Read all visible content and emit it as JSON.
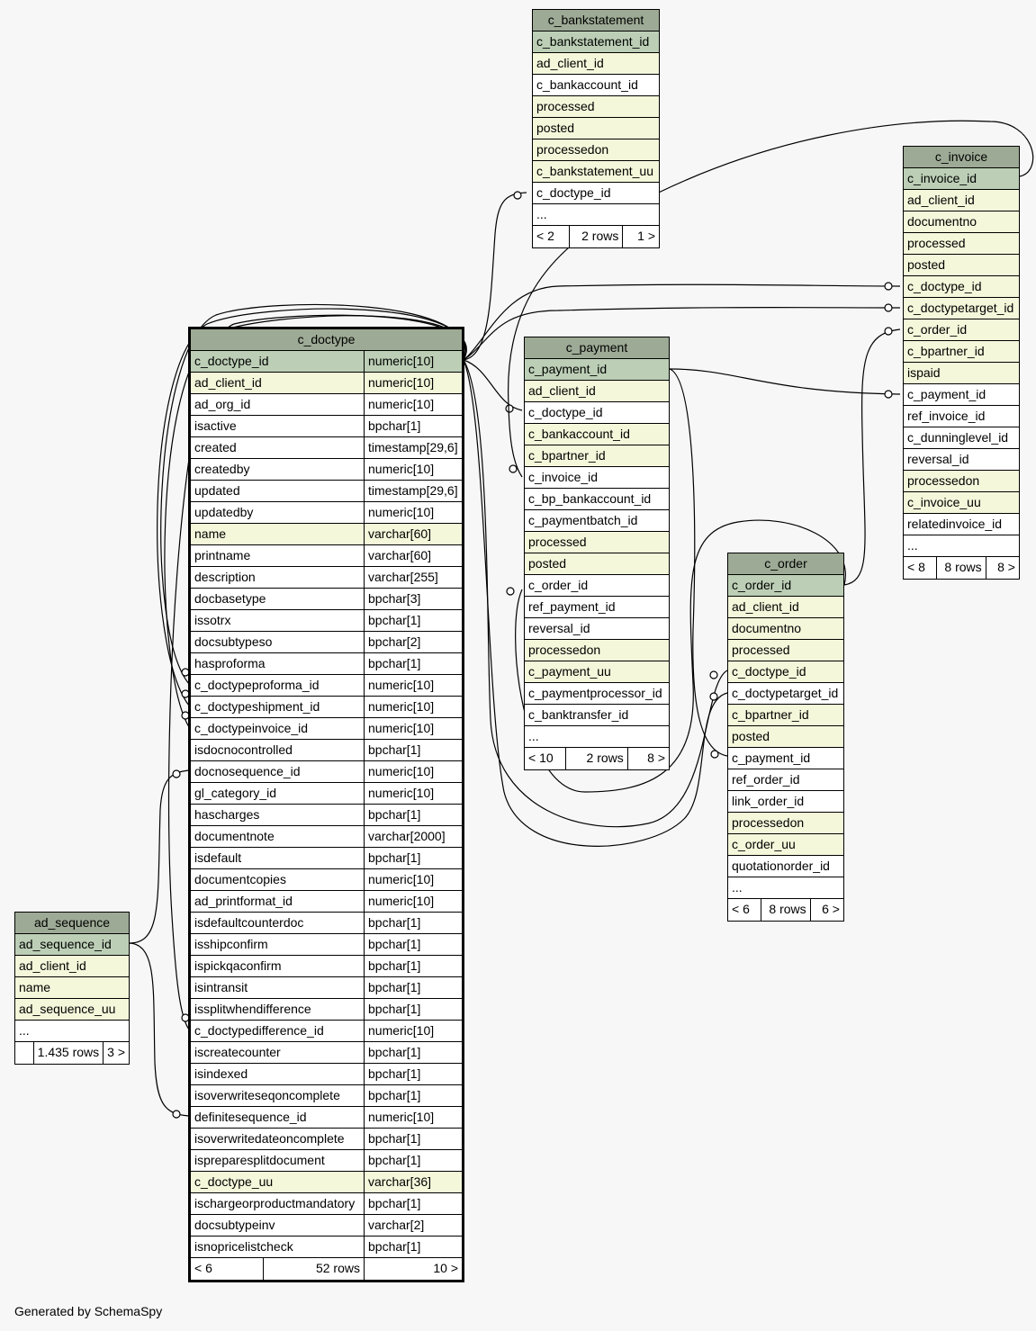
{
  "footer_note": "Generated by SchemaSpy",
  "tables": {
    "c_bankstatement": {
      "name": "c_bankstatement",
      "columns": [
        {
          "name": "c_bankstatement_id",
          "kind": "pk"
        },
        {
          "name": "ad_client_id",
          "kind": "idx"
        },
        {
          "name": "c_bankaccount_id",
          "kind": "plain"
        },
        {
          "name": "processed",
          "kind": "idx"
        },
        {
          "name": "posted",
          "kind": "idx"
        },
        {
          "name": "processedon",
          "kind": "idx"
        },
        {
          "name": "c_bankstatement_uu",
          "kind": "idx"
        },
        {
          "name": "c_doctype_id",
          "kind": "plain"
        },
        {
          "name": "...",
          "kind": "plain"
        }
      ],
      "footer": [
        "< 2",
        "2 rows",
        "1 >"
      ]
    },
    "c_invoice": {
      "name": "c_invoice",
      "columns": [
        {
          "name": "c_invoice_id",
          "kind": "pk"
        },
        {
          "name": "ad_client_id",
          "kind": "idx"
        },
        {
          "name": "documentno",
          "kind": "idx"
        },
        {
          "name": "processed",
          "kind": "idx"
        },
        {
          "name": "posted",
          "kind": "idx"
        },
        {
          "name": "c_doctype_id",
          "kind": "idx"
        },
        {
          "name": "c_doctypetarget_id",
          "kind": "idx"
        },
        {
          "name": "c_order_id",
          "kind": "idx"
        },
        {
          "name": "c_bpartner_id",
          "kind": "idx"
        },
        {
          "name": "ispaid",
          "kind": "idx"
        },
        {
          "name": "c_payment_id",
          "kind": "plain"
        },
        {
          "name": "ref_invoice_id",
          "kind": "plain"
        },
        {
          "name": "c_dunninglevel_id",
          "kind": "plain"
        },
        {
          "name": "reversal_id",
          "kind": "plain"
        },
        {
          "name": "processedon",
          "kind": "idx"
        },
        {
          "name": "c_invoice_uu",
          "kind": "idx"
        },
        {
          "name": "relatedinvoice_id",
          "kind": "plain"
        },
        {
          "name": "...",
          "kind": "plain"
        }
      ],
      "footer": [
        "< 8",
        "8 rows",
        "8 >"
      ]
    },
    "c_payment": {
      "name": "c_payment",
      "columns": [
        {
          "name": "c_payment_id",
          "kind": "pk"
        },
        {
          "name": "ad_client_id",
          "kind": "idx"
        },
        {
          "name": "c_doctype_id",
          "kind": "plain"
        },
        {
          "name": "c_bankaccount_id",
          "kind": "idx"
        },
        {
          "name": "c_bpartner_id",
          "kind": "idx"
        },
        {
          "name": "c_invoice_id",
          "kind": "plain"
        },
        {
          "name": "c_bp_bankaccount_id",
          "kind": "plain"
        },
        {
          "name": "c_paymentbatch_id",
          "kind": "plain"
        },
        {
          "name": "processed",
          "kind": "idx"
        },
        {
          "name": "posted",
          "kind": "idx"
        },
        {
          "name": "c_order_id",
          "kind": "plain"
        },
        {
          "name": "ref_payment_id",
          "kind": "plain"
        },
        {
          "name": "reversal_id",
          "kind": "plain"
        },
        {
          "name": "processedon",
          "kind": "idx"
        },
        {
          "name": "c_payment_uu",
          "kind": "idx"
        },
        {
          "name": "c_paymentprocessor_id",
          "kind": "plain"
        },
        {
          "name": "c_banktransfer_id",
          "kind": "plain"
        },
        {
          "name": "...",
          "kind": "plain"
        }
      ],
      "footer": [
        "< 10",
        "2 rows",
        "8 >"
      ]
    },
    "c_order": {
      "name": "c_order",
      "columns": [
        {
          "name": "c_order_id",
          "kind": "pk"
        },
        {
          "name": "ad_client_id",
          "kind": "idx"
        },
        {
          "name": "documentno",
          "kind": "idx"
        },
        {
          "name": "processed",
          "kind": "idx"
        },
        {
          "name": "c_doctype_id",
          "kind": "idx"
        },
        {
          "name": "c_doctypetarget_id",
          "kind": "plain"
        },
        {
          "name": "c_bpartner_id",
          "kind": "idx"
        },
        {
          "name": "posted",
          "kind": "idx"
        },
        {
          "name": "c_payment_id",
          "kind": "plain"
        },
        {
          "name": "ref_order_id",
          "kind": "plain"
        },
        {
          "name": "link_order_id",
          "kind": "plain"
        },
        {
          "name": "processedon",
          "kind": "idx"
        },
        {
          "name": "c_order_uu",
          "kind": "idx"
        },
        {
          "name": "quotationorder_id",
          "kind": "plain"
        },
        {
          "name": "...",
          "kind": "plain"
        }
      ],
      "footer": [
        "< 6",
        "8 rows",
        "6 >"
      ]
    },
    "ad_sequence": {
      "name": "ad_sequence",
      "columns": [
        {
          "name": "ad_sequence_id",
          "kind": "pk"
        },
        {
          "name": "ad_client_id",
          "kind": "idx"
        },
        {
          "name": "name",
          "kind": "idx"
        },
        {
          "name": "ad_sequence_uu",
          "kind": "idx"
        },
        {
          "name": "...",
          "kind": "plain"
        }
      ],
      "footer": [
        "",
        "1.435 rows",
        "3 >"
      ]
    },
    "c_doctype": {
      "name": "c_doctype",
      "columns": [
        {
          "name": "c_doctype_id",
          "type": "numeric[10]",
          "kind": "pk"
        },
        {
          "name": "ad_client_id",
          "type": "numeric[10]",
          "kind": "idx"
        },
        {
          "name": "ad_org_id",
          "type": "numeric[10]",
          "kind": "plain"
        },
        {
          "name": "isactive",
          "type": "bpchar[1]",
          "kind": "plain"
        },
        {
          "name": "created",
          "type": "timestamp[29,6]",
          "kind": "plain"
        },
        {
          "name": "createdby",
          "type": "numeric[10]",
          "kind": "plain"
        },
        {
          "name": "updated",
          "type": "timestamp[29,6]",
          "kind": "plain"
        },
        {
          "name": "updatedby",
          "type": "numeric[10]",
          "kind": "plain"
        },
        {
          "name": "name",
          "type": "varchar[60]",
          "kind": "idx"
        },
        {
          "name": "printname",
          "type": "varchar[60]",
          "kind": "plain"
        },
        {
          "name": "description",
          "type": "varchar[255]",
          "kind": "plain"
        },
        {
          "name": "docbasetype",
          "type": "bpchar[3]",
          "kind": "plain"
        },
        {
          "name": "issotrx",
          "type": "bpchar[1]",
          "kind": "plain"
        },
        {
          "name": "docsubtypeso",
          "type": "bpchar[2]",
          "kind": "plain"
        },
        {
          "name": "hasproforma",
          "type": "bpchar[1]",
          "kind": "plain"
        },
        {
          "name": "c_doctypeproforma_id",
          "type": "numeric[10]",
          "kind": "plain"
        },
        {
          "name": "c_doctypeshipment_id",
          "type": "numeric[10]",
          "kind": "plain"
        },
        {
          "name": "c_doctypeinvoice_id",
          "type": "numeric[10]",
          "kind": "plain"
        },
        {
          "name": "isdocnocontrolled",
          "type": "bpchar[1]",
          "kind": "plain"
        },
        {
          "name": "docnosequence_id",
          "type": "numeric[10]",
          "kind": "plain"
        },
        {
          "name": "gl_category_id",
          "type": "numeric[10]",
          "kind": "plain"
        },
        {
          "name": "hascharges",
          "type": "bpchar[1]",
          "kind": "plain"
        },
        {
          "name": "documentnote",
          "type": "varchar[2000]",
          "kind": "plain"
        },
        {
          "name": "isdefault",
          "type": "bpchar[1]",
          "kind": "plain"
        },
        {
          "name": "documentcopies",
          "type": "numeric[10]",
          "kind": "plain"
        },
        {
          "name": "ad_printformat_id",
          "type": "numeric[10]",
          "kind": "plain"
        },
        {
          "name": "isdefaultcounterdoc",
          "type": "bpchar[1]",
          "kind": "plain"
        },
        {
          "name": "isshipconfirm",
          "type": "bpchar[1]",
          "kind": "plain"
        },
        {
          "name": "ispickqaconfirm",
          "type": "bpchar[1]",
          "kind": "plain"
        },
        {
          "name": "isintransit",
          "type": "bpchar[1]",
          "kind": "plain"
        },
        {
          "name": "issplitwhendifference",
          "type": "bpchar[1]",
          "kind": "plain"
        },
        {
          "name": "c_doctypedifference_id",
          "type": "numeric[10]",
          "kind": "plain"
        },
        {
          "name": "iscreatecounter",
          "type": "bpchar[1]",
          "kind": "plain"
        },
        {
          "name": "isindexed",
          "type": "bpchar[1]",
          "kind": "plain"
        },
        {
          "name": "isoverwriteseqoncomplete",
          "type": "bpchar[1]",
          "kind": "plain"
        },
        {
          "name": "definitesequence_id",
          "type": "numeric[10]",
          "kind": "plain"
        },
        {
          "name": "isoverwritedateoncomplete",
          "type": "bpchar[1]",
          "kind": "plain"
        },
        {
          "name": "ispreparesplitdocument",
          "type": "bpchar[1]",
          "kind": "plain"
        },
        {
          "name": "c_doctype_uu",
          "type": "varchar[36]",
          "kind": "idx"
        },
        {
          "name": "ischargeorproductmandatory",
          "type": "bpchar[1]",
          "kind": "plain"
        },
        {
          "name": "docsubtypeinv",
          "type": "varchar[2]",
          "kind": "plain"
        },
        {
          "name": "isnopricelistcheck",
          "type": "bpchar[1]",
          "kind": "plain"
        }
      ],
      "footer": [
        "< 6",
        "52 rows",
        "10 >"
      ]
    }
  },
  "colors": {
    "title": "#9daa95",
    "primary_key": "#bccfb6",
    "indexed": "#f4f7da",
    "background": "#f7f7f7"
  }
}
